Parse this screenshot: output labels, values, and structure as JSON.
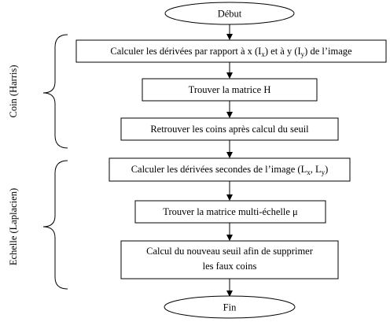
{
  "start": "Début",
  "end": "Fin",
  "steps": {
    "s1": {
      "pre": "Calculer les dérivées par rapport à x (I",
      "sub1": "x",
      "mid": ") et à y (I",
      "sub2": "y",
      "post": ") de l’image"
    },
    "s2": "Trouver la matrice H",
    "s3": "Retrouver les coins après calcul du seuil",
    "s4": {
      "pre": "Calculer les dérivées secondes de l’image (L",
      "sub1": "x",
      "mid": ", L",
      "sub2": "y",
      "post": ")"
    },
    "s5": "Trouver la matrice multi-échelle μ",
    "s6": {
      "line1": "Calcul du nouveau seuil afin de supprimer",
      "line2": "les faux coins"
    }
  },
  "groups": {
    "harris": "Coin (Harris)",
    "laplacien": "Echelle (Laplacien)"
  }
}
